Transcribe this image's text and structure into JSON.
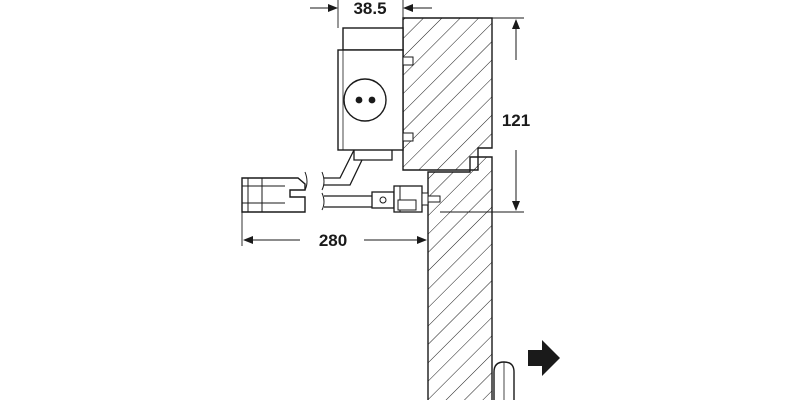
{
  "dimensions": {
    "offset_width": "38.5",
    "closer_height": "121",
    "arm_length": "280"
  },
  "colors": {
    "line": "#1a1a1a",
    "arrow": "#1a1a1a",
    "background": "#ffffff"
  },
  "icons": {
    "direction": "arrow-right-icon"
  }
}
